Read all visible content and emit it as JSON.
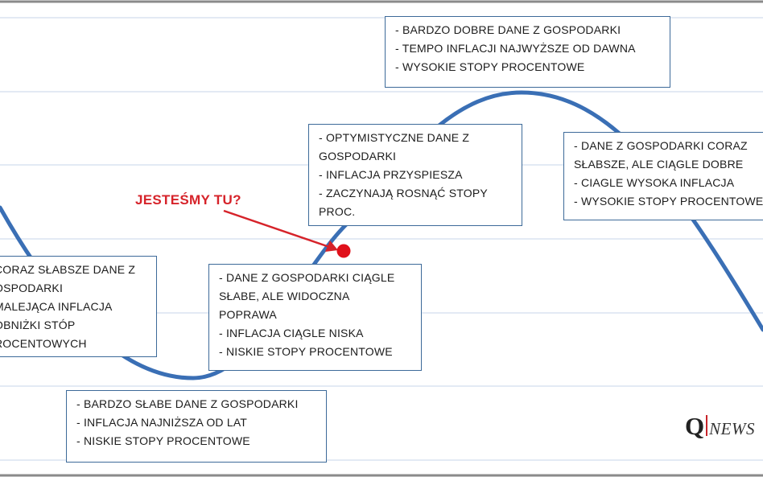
{
  "callout": {
    "label": "JESTEŚMY TU?"
  },
  "boxes": {
    "falling": {
      "lines": [
        "CORAZ SŁABSZE DANE Z",
        "OSPODARKI",
        "MALEJĄCA INFLACJA",
        "OBNIŻKI STÓP",
        "ROCENTOWYCH"
      ]
    },
    "bottom": {
      "lines": [
        "- BARDZO SŁABE DANE Z GOSPODARKI",
        "- INFLACJA NAJNIŻSZA OD LAT",
        "- NISKIE STOPY PROCENTOWE"
      ]
    },
    "recovery": {
      "lines": [
        "- DANE Z GOSPODARKI CIĄGLE",
        "SŁABE, ALE WIDOCZNA",
        "POPRAWA",
        "- INFLACJA CIĄGLE NISKA",
        "- NISKIE STOPY PROCENTOWE"
      ]
    },
    "rising": {
      "lines": [
        "- OPTYMISTYCZNE DANE Z",
        "GOSPODARKI",
        "- INFLACJA PRZYSPIESZA",
        "- ZACZYNAJĄ ROSNĄĆ STOPY",
        "PROC."
      ]
    },
    "peak": {
      "lines": [
        "- BARDZO DOBRE DANE Z GOSPODARKI",
        "- TEMPO INFLACJI NAJWYŻSZE OD DAWNA",
        "- WYSOKIE STOPY PROCENTOWE"
      ]
    },
    "slowing": {
      "lines": [
        "- DANE Z GOSPODARKI CORAZ",
        "SŁABSZE, ALE CIĄGLE DOBRE",
        "- CIAGLE WYSOKA INFLACJA",
        "- WYSOKIE STOPY PROCENTOWE"
      ]
    }
  },
  "logo": {
    "letter": "Q",
    "text": "NEWS"
  },
  "colors": {
    "curve": "#3a6fb5",
    "gridline": "#c7d5ea",
    "box_border": "#3d6a99",
    "callout": "#d6232a",
    "marker": "#e0101a"
  }
}
